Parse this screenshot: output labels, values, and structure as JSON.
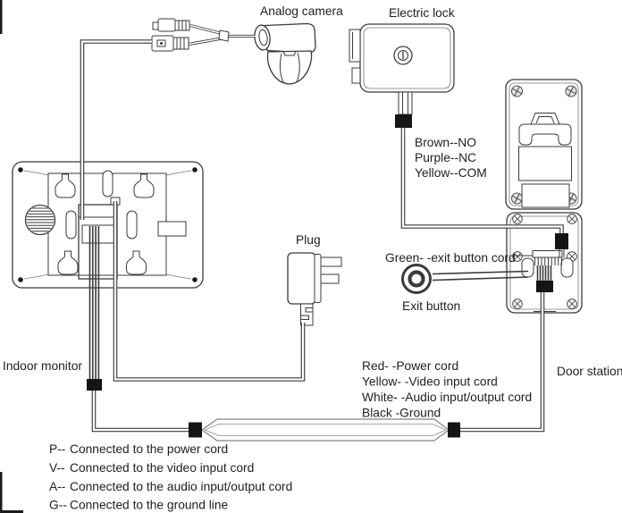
{
  "labels": {
    "analog_camera": "Analog camera",
    "electric_lock": "Electric lock",
    "plug": "Plug",
    "indoor_monitor": "Indoor monitor",
    "door_station": "Door station",
    "exit_button": "Exit button",
    "green_exit_cord": "Green- -exit button cord"
  },
  "lock_wire_legend": {
    "lines": [
      "Brown--NO",
      "Purple--NC",
      "Yellow--COM"
    ]
  },
  "station_wire_legend": {
    "lines": [
      "Red- -Power cord",
      "Yellow- -Video input cord",
      "White- -Audio input/output cord",
      "Black -Ground"
    ]
  },
  "monitor_pin_legend": {
    "rows": [
      {
        "pin": "P--",
        "desc": "Connected to the power cord"
      },
      {
        "pin": "V--",
        "desc": "Connected to the video input cord"
      },
      {
        "pin": "A--",
        "desc": "Connected to the audio input/output cord"
      },
      {
        "pin": "G--",
        "desc": "Connected to the ground line"
      }
    ]
  },
  "colors": {
    "line_art": "#3b3b3b",
    "text": "#1f1f1f",
    "connector_black": "#151515",
    "background": "#ffffff",
    "soft_line": "#787878"
  }
}
